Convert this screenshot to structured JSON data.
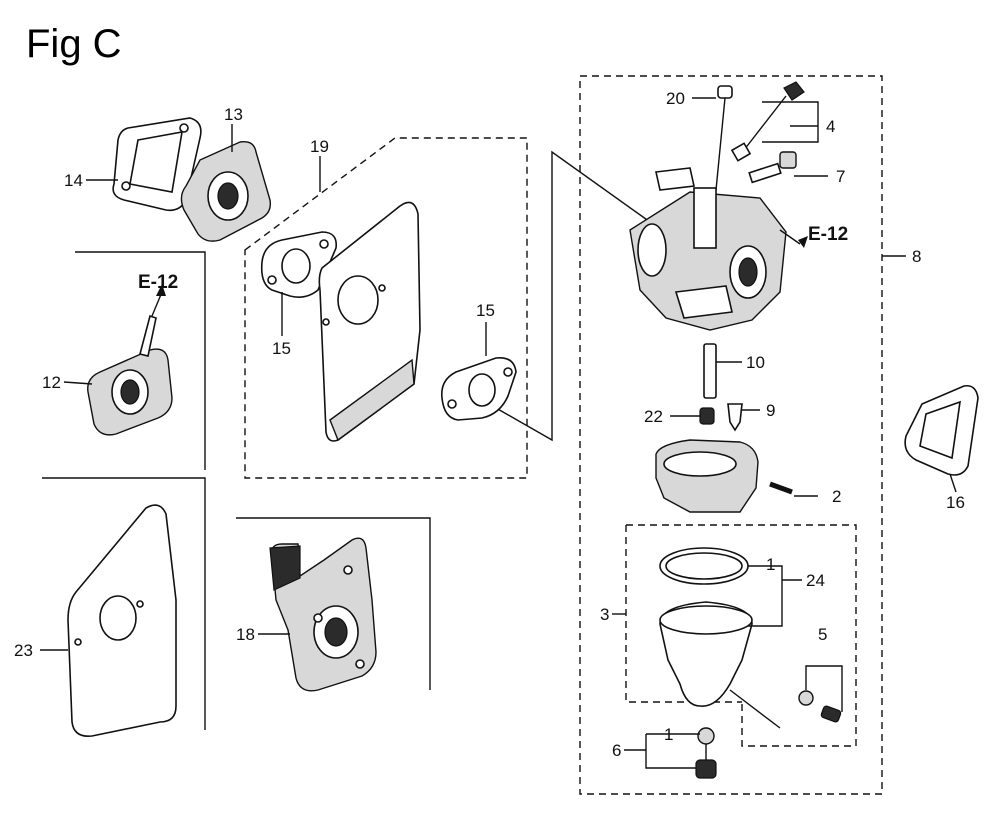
{
  "figure": {
    "title": "Fig C",
    "reference_label": "E-12"
  },
  "callouts": [
    {
      "id": "c14",
      "text": "14"
    },
    {
      "id": "c13",
      "text": "13"
    },
    {
      "id": "c19",
      "text": "19"
    },
    {
      "id": "c15a",
      "text": "15"
    },
    {
      "id": "c15b",
      "text": "15"
    },
    {
      "id": "c12",
      "text": "12"
    },
    {
      "id": "c23",
      "text": "23"
    },
    {
      "id": "c18",
      "text": "18"
    },
    {
      "id": "c20",
      "text": "20"
    },
    {
      "id": "c4",
      "text": "4"
    },
    {
      "id": "c7",
      "text": "7"
    },
    {
      "id": "c8",
      "text": "8"
    },
    {
      "id": "c10",
      "text": "10"
    },
    {
      "id": "c22",
      "text": "22"
    },
    {
      "id": "c9",
      "text": "9"
    },
    {
      "id": "c2",
      "text": "2"
    },
    {
      "id": "c1a",
      "text": "1"
    },
    {
      "id": "c24",
      "text": "24"
    },
    {
      "id": "c3",
      "text": "3"
    },
    {
      "id": "c5",
      "text": "5"
    },
    {
      "id": "c1b",
      "text": "1"
    },
    {
      "id": "c6",
      "text": "6"
    },
    {
      "id": "c16",
      "text": "16"
    }
  ]
}
